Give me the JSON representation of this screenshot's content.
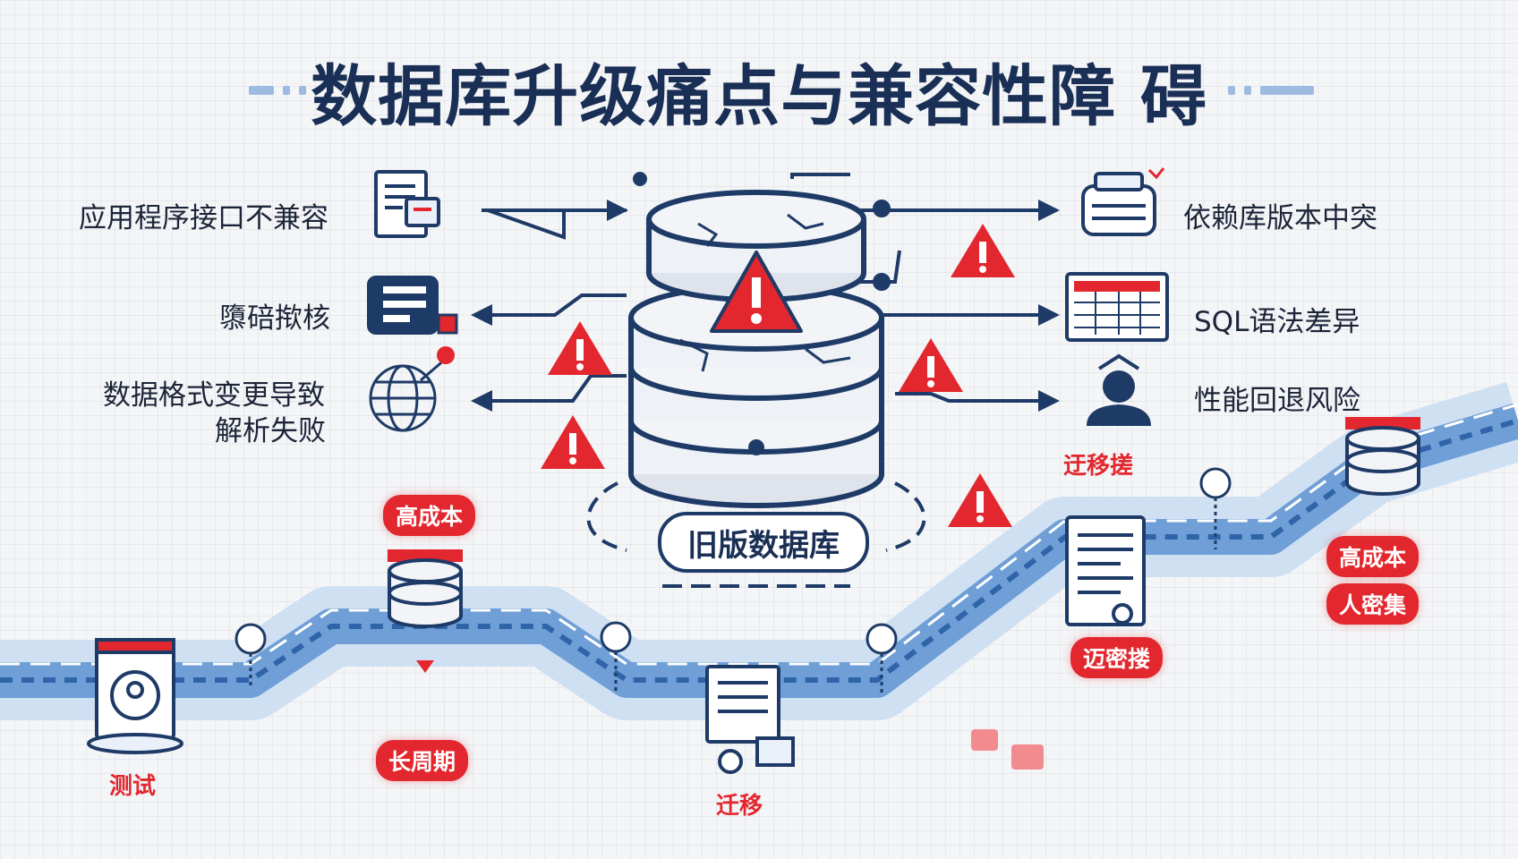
{
  "title": "数据库升级痛点与兼容性障 碍",
  "center_label": "旧版数据库",
  "left_issues": [
    {
      "text": "应用程序接口不兼容",
      "icon": "api-document-icon"
    },
    {
      "text": "隳碚揿核",
      "icon": "server-storage-icon"
    },
    {
      "text": "数据格式变更导致",
      "icon": "globe-network-icon"
    },
    {
      "text": "解析失败",
      "icon": ""
    }
  ],
  "right_issues": [
    {
      "text": "依赖库版本中突",
      "icon": "package-module-icon"
    },
    {
      "text": "SQL语法差异",
      "icon": "table-grid-icon"
    },
    {
      "text": "性能回退风险",
      "icon": "person-alert-icon"
    }
  ],
  "tags": {
    "high_cost_left": "高成本",
    "long_cycle": "长周期",
    "test": "测试",
    "migrate": "迁移",
    "migrate_short": "迂移搓",
    "dense_short": "迈密搂",
    "high_cost_right": "高成本",
    "labor_intensive": "人密集"
  },
  "colors": {
    "navy": "#1e3a66",
    "alert_red": "#e3272e",
    "pipeline_blue": "#4f86c6",
    "background": "#f4f5f7"
  }
}
